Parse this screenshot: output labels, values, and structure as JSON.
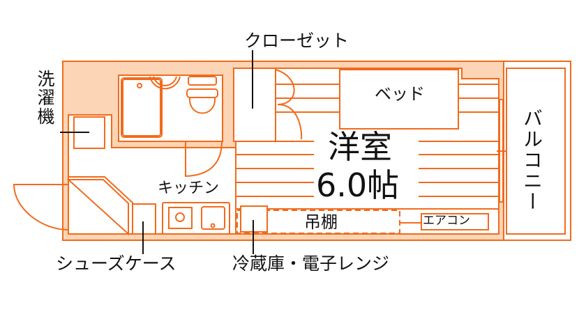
{
  "colors": {
    "wall": "#f26a1b",
    "fill": "#fbd5b5",
    "text": "#111111"
  },
  "labels": {
    "washer": "洗濯機",
    "closet": "クローゼット",
    "bed": "ベッド",
    "room_name": "洋室",
    "room_size": "6.0帖",
    "balcony": "バルコニー",
    "kitchen": "キッチン",
    "hanging_shelf": "吊棚",
    "aircon": "エアコン",
    "shoe_case": "シューズケース",
    "fridge_microwave": "冷蔵庫・電子レンジ"
  }
}
